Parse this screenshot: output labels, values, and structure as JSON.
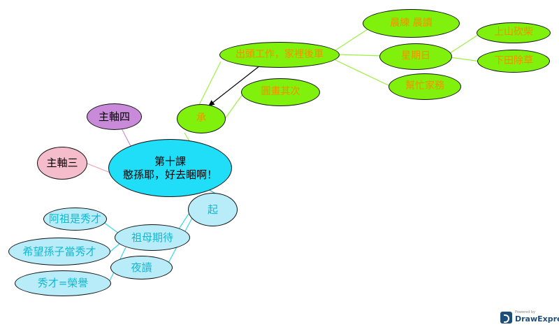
{
  "nodes": {
    "center": "第十課\n憨孫耶，好去睏啊！",
    "axis3": "主軸三",
    "axis4": "主軸四",
    "qi": "起",
    "grandma_hopes": "祖母期待",
    "night_study": "夜讀",
    "grandpa_xiucai": "阿祖是秀才",
    "hope_grandson": "希望孫子當秀才",
    "xiucai_honor": "秀才=榮譽",
    "cheng": "承",
    "work_hard": "出頭工作，家裡後車",
    "other": "圓畫其次",
    "morning": "晨練 晨讀",
    "sunday": "星期日",
    "mountain_up": "上山砍柴",
    "field_down": "下田除草",
    "help_chores": "幫忙家務"
  },
  "colors": {
    "center_fill": "#20ddf8",
    "cyan_fill": "#b8ecf8",
    "cyan_text": "#13b6d3",
    "green_fill": "#7ff10c",
    "green_text": "#ff8c00",
    "pink_fill": "#f5bccb",
    "purple_fill": "#c98ad9"
  },
  "badge": {
    "powered": "Powered by",
    "name": "DrawExpress"
  }
}
